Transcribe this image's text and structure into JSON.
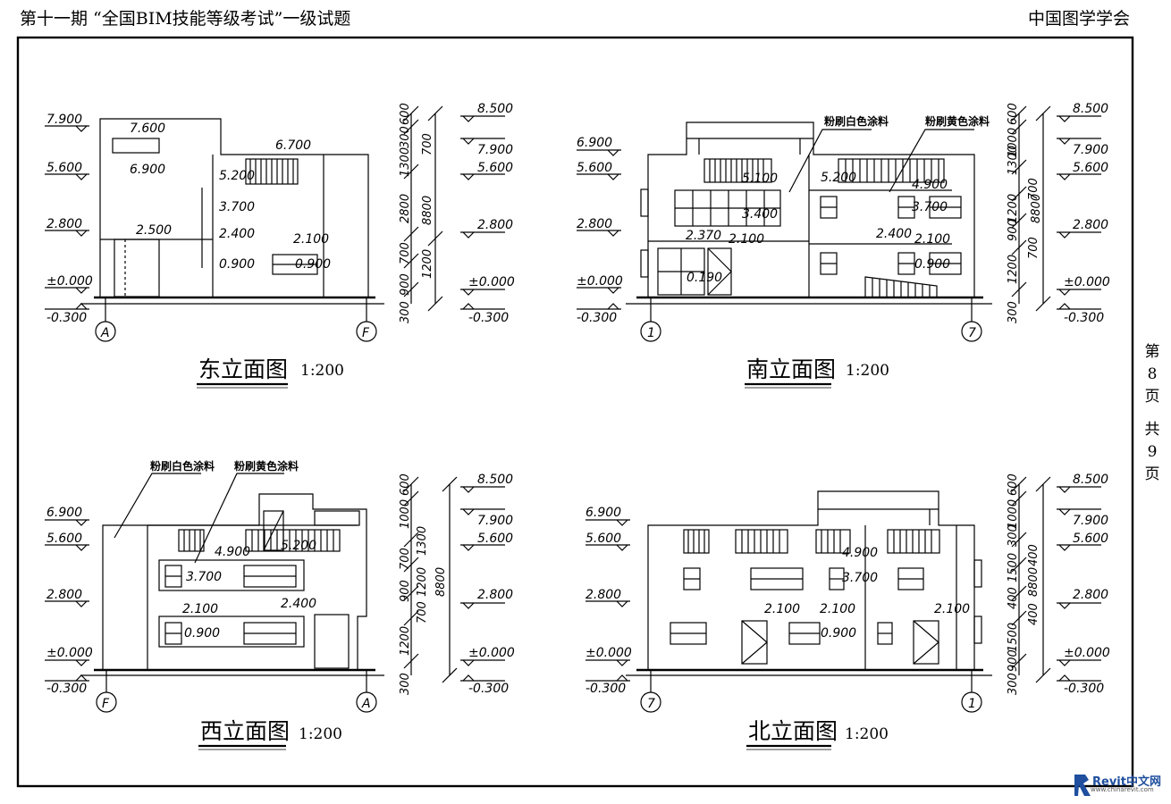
{
  "header": {
    "title": "第十一期 “全国BIM技能等级考试”一级试题",
    "organization": "中国图学学会"
  },
  "page_counter": {
    "prefix": "第",
    "current": "8",
    "page_word": "页",
    "total_prefix": "共",
    "total": "9",
    "total_word": "页"
  },
  "watermark": {
    "brand": "Revit中文网",
    "url": "www.chinarevit.com"
  },
  "colors": {
    "line": "#000000",
    "background": "#ffffff",
    "brand": "#1f4f9e"
  },
  "elevations": [
    {
      "id": "east",
      "title": "东立面图",
      "scale": "1:200",
      "axis_left": "A",
      "axis_right": "F",
      "levels_left": [
        "7.900",
        "5.600",
        "2.800",
        "±0.000",
        "-0.300"
      ],
      "levels_right": [
        "8.500",
        "7.900",
        "5.600",
        "2.800",
        "±0.000",
        "-0.300"
      ],
      "inner_levels": [
        "7.600",
        "6.900",
        "6.700",
        "5.200",
        "3.700",
        "2.400",
        "0.900",
        "2.500",
        "2.100",
        "0.900"
      ],
      "dims_outer": [
        "600",
        "300",
        "1300",
        "2800",
        "700",
        "900",
        "300"
      ],
      "dims_inner": [
        "700",
        "1200"
      ],
      "dim_total": "8800",
      "notes": []
    },
    {
      "id": "south",
      "title": "南立面图",
      "scale": "1:200",
      "axis_left": "1",
      "axis_right": "7",
      "levels_left": [
        "6.900",
        "5.600",
        "2.800",
        "±0.000",
        "-0.300"
      ],
      "levels_right": [
        "8.500",
        "7.900",
        "5.600",
        "2.800",
        "±0.000",
        "-0.300"
      ],
      "inner_levels": [
        "5.100",
        "5.200",
        "4.900",
        "3.400",
        "3.700",
        "2.370",
        "2.100",
        "2.400",
        "2.100",
        "0.190",
        "0.900"
      ],
      "dims_outer": [
        "600",
        "1000",
        "1300",
        "1200",
        "900",
        "1200",
        "300"
      ],
      "dims_inner": [
        "700",
        "700"
      ],
      "dim_total": "8800",
      "notes": [
        "粉刷白色涂料",
        "粉刷黄色涂料"
      ]
    },
    {
      "id": "west",
      "title": "西立面图",
      "scale": "1:200",
      "axis_left": "F",
      "axis_right": "A",
      "levels_left": [
        "6.900",
        "5.600",
        "2.800",
        "±0.000",
        "-0.300"
      ],
      "levels_right": [
        "8.500",
        "7.900",
        "5.600",
        "2.800",
        "±0.000",
        "-0.300"
      ],
      "inner_levels": [
        "4.900",
        "5.200",
        "3.700",
        "2.100",
        "2.400",
        "0.900"
      ],
      "dims_outer": [
        "600",
        "1000",
        "700",
        "900",
        "1200",
        "300"
      ],
      "dims_inner": [
        "1300",
        "1200",
        "700"
      ],
      "dim_total": "8800",
      "notes": [
        "粉刷白色涂料",
        "粉刷黄色涂料"
      ]
    },
    {
      "id": "north",
      "title": "北立面图",
      "scale": "1:200",
      "axis_left": "7",
      "axis_right": "1",
      "levels_left": [
        "6.900",
        "5.600",
        "2.800",
        "±0.000",
        "-0.300"
      ],
      "levels_right": [
        "8.500",
        "7.900",
        "5.600",
        "2.800",
        "±0.000",
        "-0.300"
      ],
      "inner_levels": [
        "4.900",
        "3.700",
        "2.100",
        "2.100",
        "2.100",
        "0.900"
      ],
      "dims_outer": [
        "600",
        "1000",
        "300",
        "1500",
        "400",
        "1500",
        "900",
        "300"
      ],
      "dims_inner": [
        "400",
        "400"
      ],
      "dim_total": "8800",
      "notes": []
    }
  ]
}
